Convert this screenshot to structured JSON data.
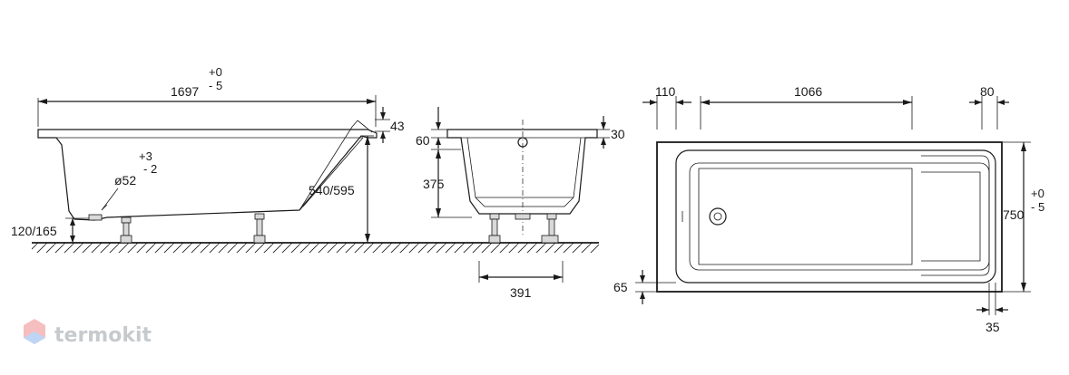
{
  "side_view": {
    "length": "1697",
    "length_tol_plus": "+0",
    "length_tol_minus": "- 5",
    "rim_height": "43",
    "total_height": "540/595",
    "drain_tol_plus": "+3",
    "drain_tol_minus": "- 2",
    "drain_diameter": "ø52",
    "drain_height": "120/165"
  },
  "end_view": {
    "rim_left": "60",
    "rim_right": "30",
    "depth": "375",
    "leg_spacing": "391"
  },
  "top_view": {
    "left_offset": "110",
    "inner_length": "1066",
    "right_offset": "80",
    "width": "750",
    "width_tol_plus": "+0",
    "width_tol_minus": "- 5",
    "bottom_margin": "65",
    "right_margin": "35"
  },
  "watermark": {
    "brand": "termokit",
    "colors": [
      "#f08c8c",
      "#8cb4f0"
    ]
  }
}
